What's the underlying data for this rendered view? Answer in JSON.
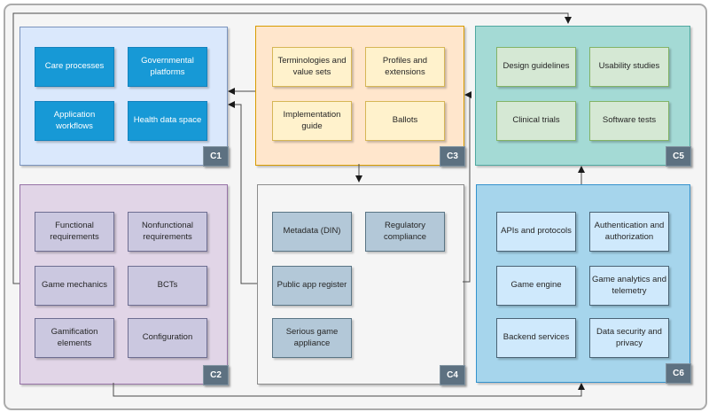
{
  "figure": {
    "type": "component-diagram",
    "background": "#f5f5f5",
    "frame_border_color": "#ababab",
    "connector_color": "#4a4a4a",
    "badge_color": "#5d7181"
  },
  "containers": [
    {
      "id": "C1",
      "fill": "#dae8fc",
      "node_fill": "#1799d6",
      "boxes": [
        {
          "label": "Care processes"
        },
        {
          "label": "Governmental platforms"
        },
        {
          "label": "Application workflows"
        },
        {
          "label": "Health data space"
        }
      ]
    },
    {
      "id": "C2",
      "fill": "#e1d5e7",
      "node_fill": "#cbc8e0",
      "boxes": [
        {
          "label": "Functional requirements"
        },
        {
          "label": "Nonfunctional requirements"
        },
        {
          "label": "Game mechanics"
        },
        {
          "label": "BCTs"
        },
        {
          "label": "Gamification elements"
        },
        {
          "label": "Configuration"
        }
      ]
    },
    {
      "id": "C3",
      "fill": "#ffe6cc",
      "node_fill": "#fff2cc",
      "boxes": [
        {
          "label": "Terminologies and value sets"
        },
        {
          "label": "Profiles and extensions"
        },
        {
          "label": "Implementation guide"
        },
        {
          "label": "Ballots"
        }
      ]
    },
    {
      "id": "C4",
      "fill": "#f5f5f5",
      "node_fill": "#b3c8d8",
      "boxes": [
        {
          "label": "Metadata (DIN)"
        },
        {
          "label": "Regulatory compliance"
        },
        {
          "label": "Public app register"
        },
        {
          "label": "Serious game appliance"
        }
      ]
    },
    {
      "id": "C5",
      "fill": "#a4dad5",
      "node_fill": "#d5e8d4",
      "boxes": [
        {
          "label": "Design guidelines"
        },
        {
          "label": "Usability studies"
        },
        {
          "label": "Clinical trials"
        },
        {
          "label": "Software tests"
        }
      ]
    },
    {
      "id": "C6",
      "fill": "#a6d5ec",
      "node_fill": "#cfe9fc",
      "boxes": [
        {
          "label": "APIs and protocols"
        },
        {
          "label": "Authentication and authorization"
        },
        {
          "label": "Game engine"
        },
        {
          "label": "Game analytics and telemetry"
        },
        {
          "label": "Backend services"
        },
        {
          "label": "Data security and privacy"
        }
      ]
    }
  ],
  "connectors": [
    {
      "from": "C3",
      "to": "C1"
    },
    {
      "from": "C4",
      "to": "C1"
    },
    {
      "from": "C3",
      "to": "C4"
    },
    {
      "from": "C4",
      "to": "C3"
    },
    {
      "from": "C2",
      "to": "C5"
    },
    {
      "from": "C2",
      "to": "C6"
    },
    {
      "from": "C6",
      "to": "C5"
    }
  ]
}
